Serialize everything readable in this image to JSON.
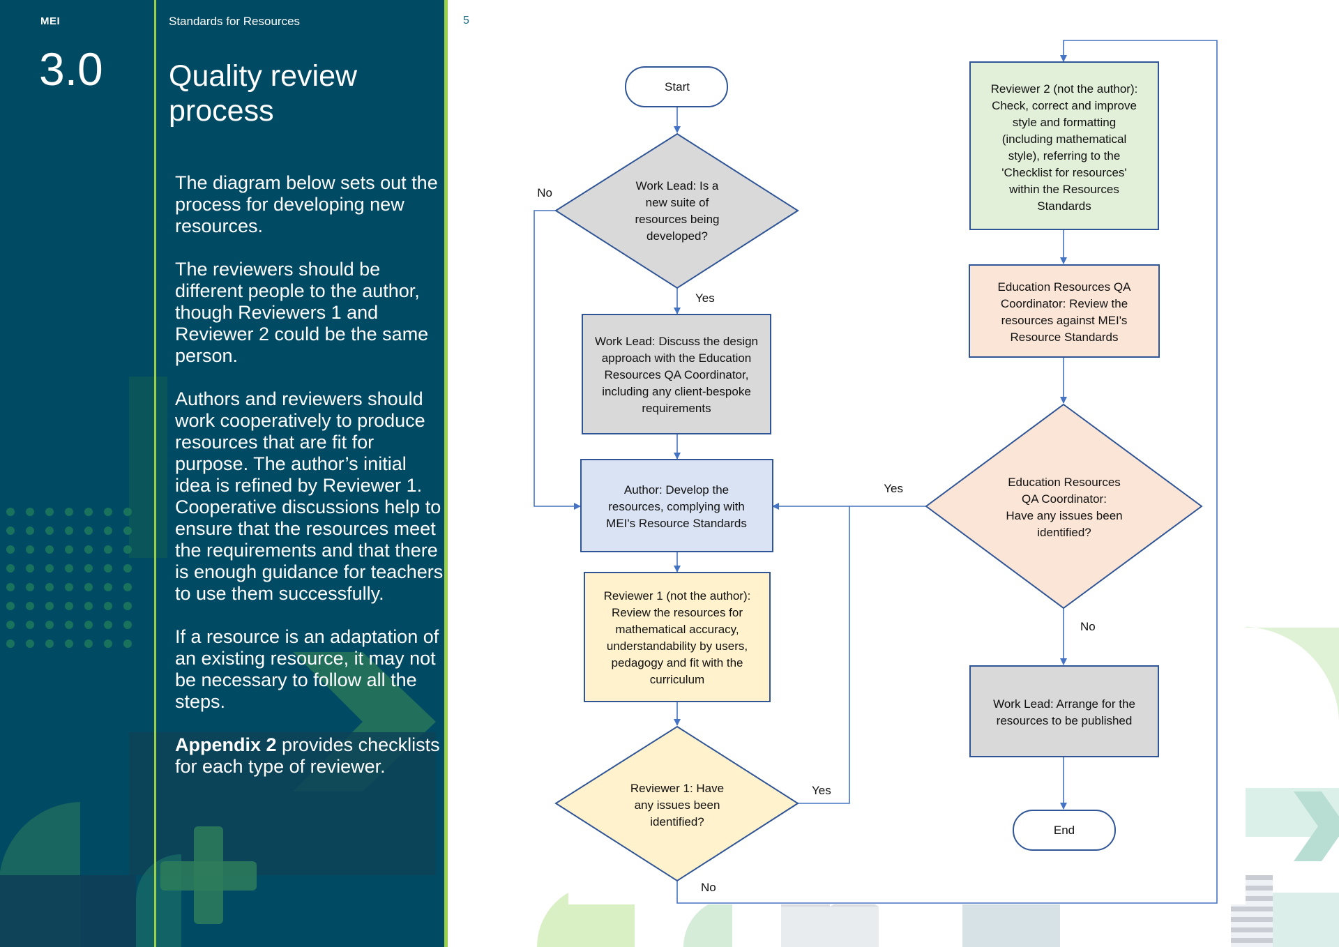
{
  "header": {
    "brand": "MEI",
    "document_title": "Standards for Resources",
    "page_number": "5"
  },
  "section": {
    "number": "3.0",
    "title": "Quality review process"
  },
  "body": {
    "para1": "The diagram below sets out the process for developing new resources.",
    "para2": "The reviewers should be different people to the author, though Reviewers 1 and Reviewer 2 could be the same person.",
    "para3": "Authors and reviewers should work cooperatively to produce resources that are fit for purpose. The author’s initial idea is refined by Reviewer 1. Cooperative discussions help to ensure that the resources meet the requirements and that there is enough guidance for teachers to use them successfully.",
    "para4": "If a resource is an adaptation of an existing resource, it may not be necessary to follow all the steps.",
    "para5_bold": "Appendix 2",
    "para5_rest": " provides checklists for each type of reviewer."
  },
  "flowchart": {
    "colors": {
      "line": "#4472c4",
      "grey_fill": "#d9d9d9",
      "blue_fill": "#dae3f3",
      "yellow_fill": "#fff2cc",
      "green_fill": "#e2f0d9",
      "peach_fill": "#fbe5d6",
      "border": "#2f5597"
    },
    "start": "Start",
    "end": "End",
    "decision_new_suite": [
      "Work Lead: Is a",
      "new suite of",
      "resources being",
      "developed?"
    ],
    "step_discuss_design": [
      "Work Lead: Discuss the design",
      "approach with the Education",
      "Resources QA Coordinator,",
      "including any client-bespoke",
      "requirements"
    ],
    "step_author": [
      "Author: Develop the",
      "resources, complying with",
      "MEI's Resource Standards"
    ],
    "step_reviewer1": [
      "Reviewer 1 (not the author):",
      "Review the resources for",
      "mathematical accuracy,",
      "understandability by users,",
      "pedagogy and fit with the",
      "curriculum"
    ],
    "decision_reviewer1": [
      "Reviewer 1: Have",
      "any issues been",
      "identified?"
    ],
    "step_reviewer2": [
      "Reviewer 2 (not the author):",
      "Check, correct and improve",
      "style and formatting",
      "(including mathematical",
      "style), referring to the",
      "'Checklist for resources'",
      "within the Resources",
      "Standards"
    ],
    "step_qa_review": [
      "Education Resources QA",
      "Coordinator: Review the",
      "resources against MEI's",
      "Resource Standards"
    ],
    "decision_qa": [
      "Education Resources",
      "QA Coordinator:",
      "Have any issues been",
      "identified?"
    ],
    "step_publish": [
      "Work Lead: Arrange for the",
      "resources to be published"
    ],
    "labels": {
      "no_new_suite": "No",
      "yes_new_suite": "Yes",
      "yes_reviewer1": "Yes",
      "no_reviewer1": "No",
      "yes_qa": "Yes",
      "no_qa": "No"
    }
  }
}
